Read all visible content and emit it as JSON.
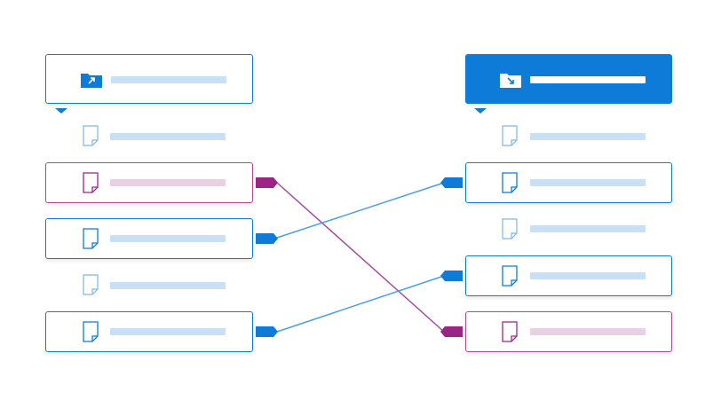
{
  "colors": {
    "accent": "#0f7bd8",
    "pink": "#9b2584",
    "pink_border": "#b3488f",
    "line_blue": "#4aa0e6",
    "line_pink": "#a24aa0",
    "bar_blue": "#c7e0f6",
    "bar_pink": "#ead0e3"
  },
  "left_tree": {
    "folder_icon": "folder-export-icon",
    "item_icon": "document-icon"
  },
  "right_tree": {
    "folder_icon": "folder-import-icon",
    "item_icon": "document-icon"
  },
  "links": [
    {
      "from": "left-item-2",
      "to": "right-item-5",
      "color": "pink"
    },
    {
      "from": "left-item-3",
      "to": "right-item-2",
      "color": "blue"
    },
    {
      "from": "left-item-5",
      "to": "right-item-4",
      "color": "blue"
    }
  ]
}
